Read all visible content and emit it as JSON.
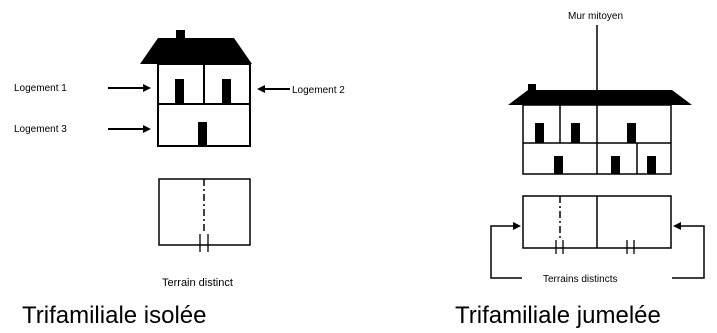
{
  "left": {
    "labels": {
      "logement1": "Logement 1",
      "logement2": "Logement 2",
      "logement3": "Logement 3"
    },
    "terrain_label": "Terrain distinct",
    "caption": "Trifamiliale isolée"
  },
  "right": {
    "wall_label": "Mur mitoyen",
    "terrains_label": "Terrains distincts",
    "caption": "Trifamiliale jumelée"
  }
}
